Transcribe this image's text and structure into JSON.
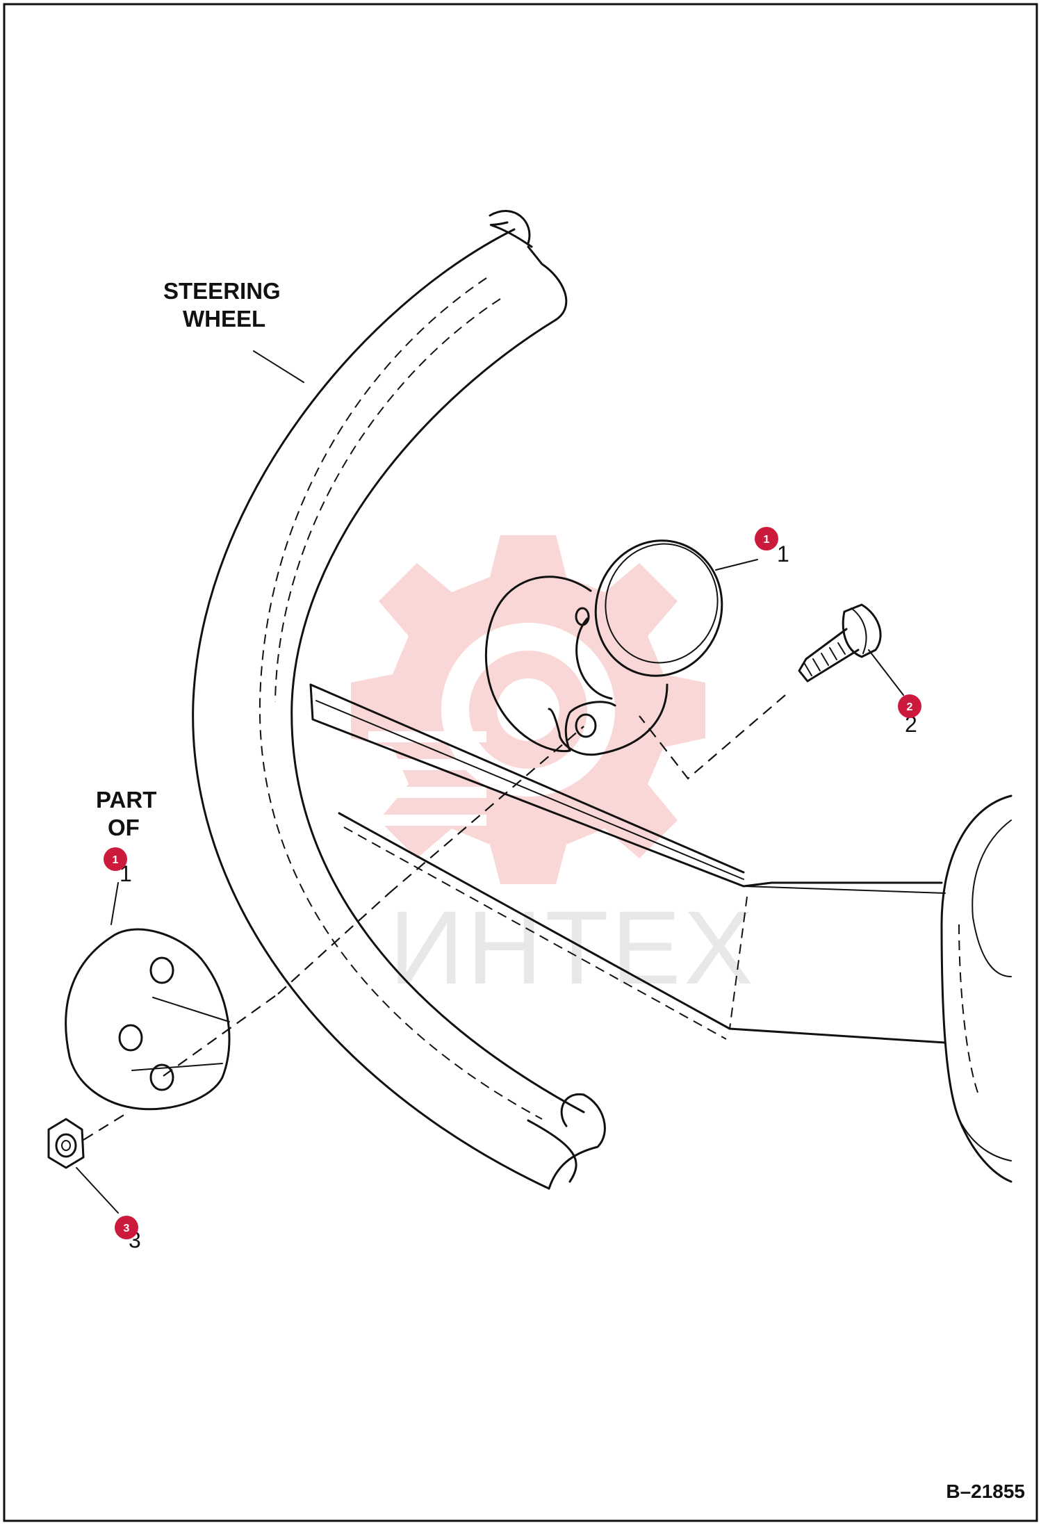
{
  "diagram": {
    "labels": {
      "steering_wheel_line1": "STEERING",
      "steering_wheel_line2": "WHEEL",
      "part_of_line1": "PART",
      "part_of_line2": "OF"
    },
    "callouts": [
      {
        "badge": "1",
        "number": "1"
      },
      {
        "badge": "2",
        "number": "2"
      },
      {
        "badge": "1",
        "number": "1"
      },
      {
        "badge": "3",
        "number": "3"
      }
    ],
    "drawing_ref": "B–21855",
    "watermark": "ИНТЕХ",
    "colors": {
      "badge": "#cc1a3c",
      "ink": "#111111",
      "watermark": "#f7c9c9"
    }
  }
}
